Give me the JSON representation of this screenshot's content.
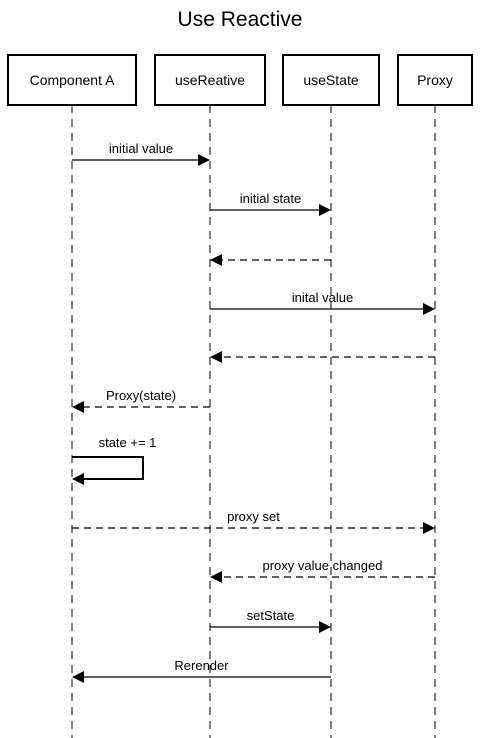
{
  "title": "Use Reactive",
  "participants": [
    {
      "id": "A",
      "label": "Component A"
    },
    {
      "id": "R",
      "label": "useReative"
    },
    {
      "id": "S",
      "label": "useState"
    },
    {
      "id": "P",
      "label": "Proxy"
    }
  ],
  "messages": [
    {
      "from": "A",
      "to": "R",
      "label": "initial value",
      "style": "solid"
    },
    {
      "from": "R",
      "to": "S",
      "label": "initial state",
      "style": "solid"
    },
    {
      "from": "S",
      "to": "R",
      "label": "",
      "style": "dashed"
    },
    {
      "from": "R",
      "to": "P",
      "label": "inital value",
      "style": "solid"
    },
    {
      "from": "P",
      "to": "R",
      "label": "",
      "style": "dashed"
    },
    {
      "from": "R",
      "to": "A",
      "label": "Proxy(state)",
      "style": "dashed"
    },
    {
      "from": "A",
      "to": "A",
      "label": "state += 1",
      "style": "self"
    },
    {
      "from": "A",
      "to": "P",
      "label": "proxy set",
      "style": "dashed"
    },
    {
      "from": "P",
      "to": "R",
      "label": "proxy value changed",
      "style": "dashed"
    },
    {
      "from": "R",
      "to": "S",
      "label": "setState",
      "style": "solid"
    },
    {
      "from": "S",
      "to": "A",
      "label": "Rerender",
      "style": "solid"
    }
  ]
}
